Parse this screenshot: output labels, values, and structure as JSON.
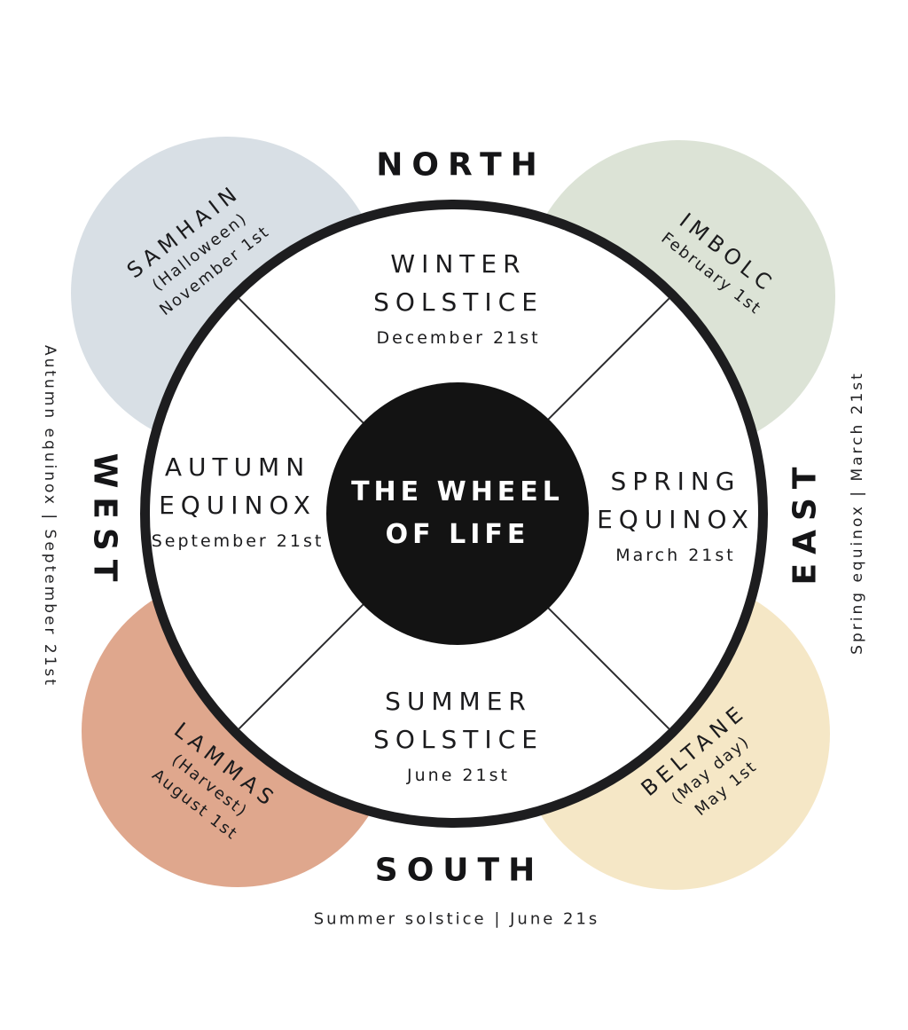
{
  "center": {
    "title_line1": "THE WHEEL",
    "title_line2": "OF LIFE",
    "bg_color": "#131313",
    "text_color": "#ffffff"
  },
  "wheel": {
    "border_color": "#1d1d1f",
    "line_color": "#2b2b2d",
    "fill_color": "#ffffff"
  },
  "directions": {
    "north": "NORTH",
    "south": "SOUTH",
    "east": "EAST",
    "west": "WEST"
  },
  "quadrants": {
    "winter": {
      "line1": "WINTER",
      "line2": "SOLSTICE",
      "date": "December 21st"
    },
    "autumn": {
      "line1": "AUTUMN",
      "line2": "EQUINOX",
      "date": "September 21st"
    },
    "spring": {
      "line1": "SPRING",
      "line2": "EQUINOX",
      "date": "March 21st"
    },
    "summer": {
      "line1": "SUMMER",
      "line2": "SOLSTICE",
      "date": "June 21st"
    }
  },
  "sabbats": {
    "samhain": {
      "name": "SAMHAIN",
      "subtitle": "(Halloween)",
      "date": "November 1st",
      "color": "#d8dfe5"
    },
    "imbolc": {
      "name": "IMBOLC",
      "date": "February 1st",
      "color": "#dce3d6"
    },
    "lammas": {
      "name": "LAMMAS",
      "subtitle": "(Harvest)",
      "date": "August 1st",
      "color": "#dfa78d"
    },
    "beltane": {
      "name": "BELTANE",
      "subtitle": "(May day)",
      "date": "May 1st",
      "color": "#f5e7c6"
    }
  },
  "captions": {
    "left": "Autumn equinox | September 21st",
    "right": "Spring equinox | March 21st",
    "bottom": "Summer solstice | June 21s"
  }
}
